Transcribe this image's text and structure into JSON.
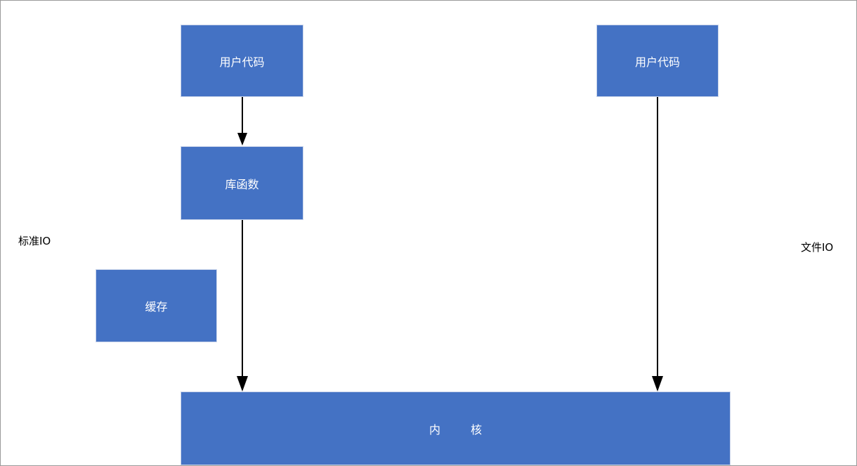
{
  "diagram": {
    "box_color": "#4472c4",
    "arrow_color": "#000000",
    "nodes": {
      "user_code_left": "用户代码",
      "library_functions": "库函数",
      "cache": "缓存",
      "user_code_right": "用户代码",
      "kernel": "内 核"
    },
    "labels": {
      "standard_io": "标准IO",
      "file_io": "文件IO"
    }
  }
}
